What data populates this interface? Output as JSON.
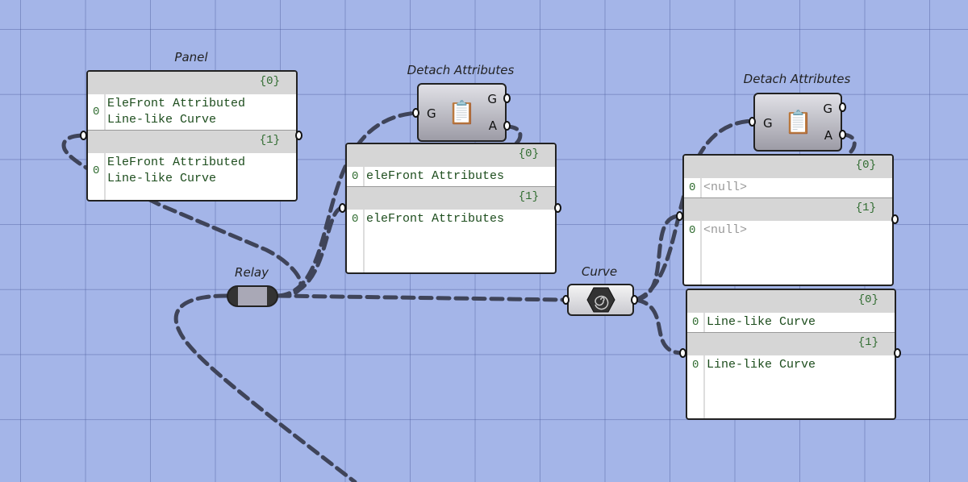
{
  "panel1": {
    "title": "Panel",
    "branches": [
      {
        "path": "{0}",
        "index": "0",
        "text": "EleFront Attributed\nLine-like Curve"
      },
      {
        "path": "{1}",
        "index": "0",
        "text": "EleFront Attributed\nLine-like Curve"
      }
    ]
  },
  "detach1": {
    "title": "Detach Attributes",
    "input": "G",
    "outputs": [
      "G",
      "A"
    ]
  },
  "panel2": {
    "branches": [
      {
        "path": "{0}",
        "index": "0",
        "text": "eleFront Attributes"
      },
      {
        "path": "{1}",
        "index": "0",
        "text": "eleFront Attributes"
      }
    ]
  },
  "detach2": {
    "title": "Detach Attributes",
    "input": "G",
    "outputs": [
      "G",
      "A"
    ]
  },
  "panel3": {
    "branches": [
      {
        "path": "{0}",
        "index": "0",
        "text": "<null>"
      },
      {
        "path": "{1}",
        "index": "0",
        "text": "<null>"
      }
    ]
  },
  "panel4": {
    "branches": [
      {
        "path": "{0}",
        "index": "0",
        "text": "Line-like Curve"
      },
      {
        "path": "{1}",
        "index": "0",
        "text": "Line-like Curve"
      }
    ]
  },
  "relay": {
    "title": "Relay"
  },
  "curve": {
    "title": "Curve"
  },
  "colors": {
    "canvas": "#a4b5e8",
    "wire": "#3f4459",
    "panel_header": "#d6d6d6",
    "text": "#1d4d1d"
  }
}
